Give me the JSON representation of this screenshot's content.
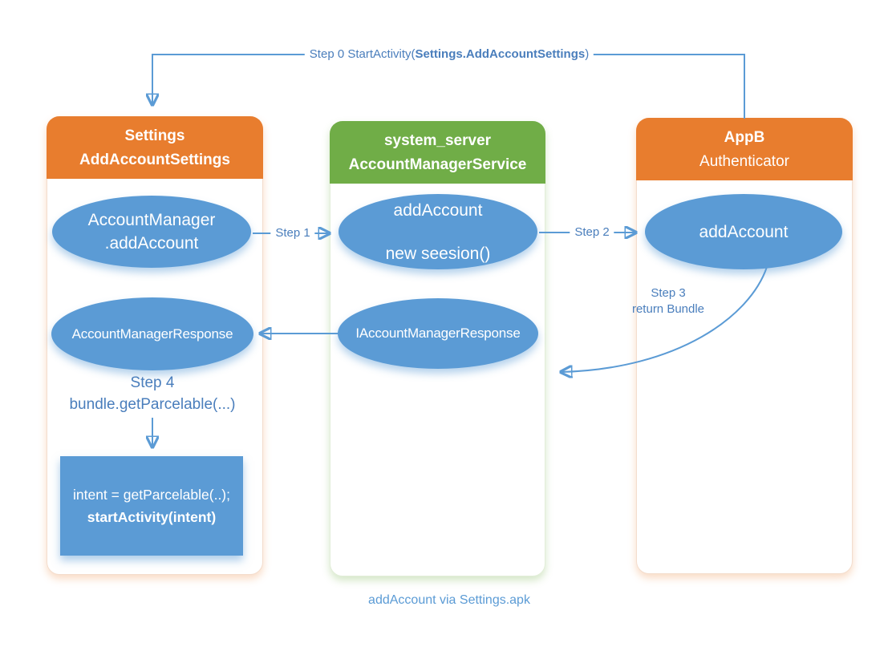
{
  "step0": {
    "prefix": "Step 0  StartActivity(",
    "bold": "Settings.AddAccountSettings",
    "suffix": ")"
  },
  "lanes": [
    {
      "id": "settings",
      "title_line1": "Settings",
      "title_line2": "AddAccountSettings",
      "header_color": "#E87D2E"
    },
    {
      "id": "system-server",
      "title_line1": "system_server",
      "title_line2": "AccountManagerService",
      "header_color": "#70AD47"
    },
    {
      "id": "appb",
      "title_line1": "AppB",
      "title_line2": "Authenticator",
      "header_color": "#E87D2E"
    }
  ],
  "nodes": {
    "account_manager_add": {
      "line1": "AccountManager",
      "line2": ".addAccount"
    },
    "ams_add_account": {
      "line1": "addAccount",
      "line2": "new seesion()"
    },
    "authenticator_add": {
      "label": "addAccount"
    },
    "account_manager_response": {
      "label": "AccountManagerResponse"
    },
    "iaccount_manager_response": {
      "label": "IAccountManagerResponse"
    },
    "intent_box": {
      "line1": "intent = getParcelable(..);",
      "line2": "startActivity(intent)"
    }
  },
  "labels": {
    "step1": "Step 1",
    "step2": "Step 2",
    "step3_line1": "Step 3",
    "step3_line2": "return Bundle",
    "step4_line1": "Step 4",
    "step4_line2": "bundle.getParcelable(...)"
  },
  "caption": "addAccount via Settings.apk",
  "colors": {
    "orange_header": "#E87D2E",
    "green_header": "#70AD47",
    "node_blue": "#5B9BD5",
    "arrow_blue": "#5B9BD5",
    "label_blue": "#4A7EBC",
    "caption_blue": "#5B9BD5"
  }
}
